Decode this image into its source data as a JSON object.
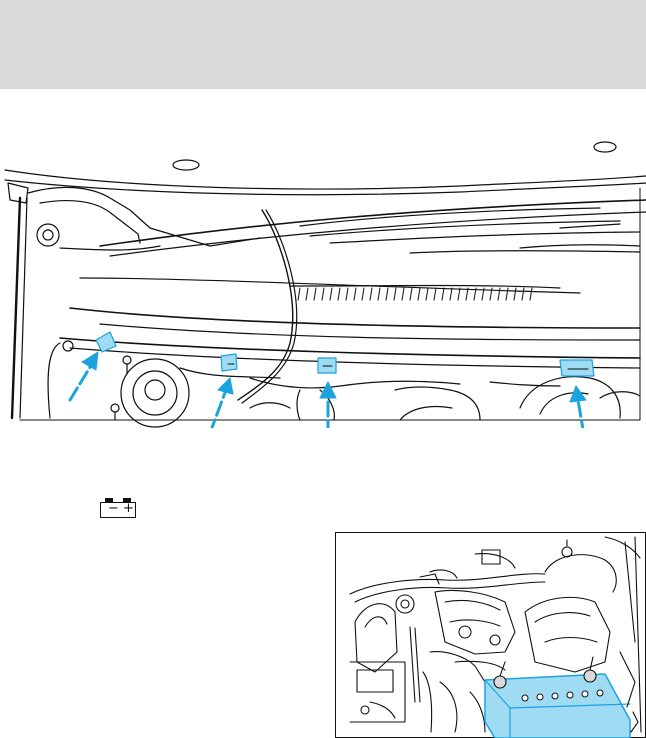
{
  "page": {
    "header_band_color": "#d9d9d9",
    "accent_color": "#1aa3dd",
    "battery_fill_color": "#9fdcf4"
  },
  "illustrations": [
    {
      "name": "engine-bay-cowl",
      "callout_arrows": 4,
      "callout_tags": 4
    },
    {
      "name": "engine-bay-battery"
    }
  ],
  "battery_symbol": {
    "icon": "battery-icon",
    "minus": "−",
    "plus": "+"
  }
}
